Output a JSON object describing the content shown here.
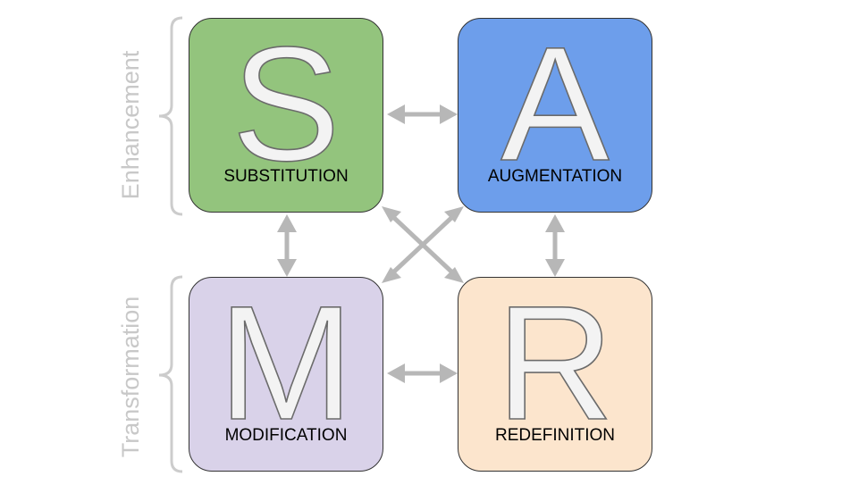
{
  "groups": {
    "enhancement": "Enhancement",
    "transformation": "Transformation"
  },
  "boxes": {
    "s": {
      "letter": "S",
      "label": "SUBSTITUTION",
      "color": "#93c47d"
    },
    "a": {
      "letter": "A",
      "label": "AUGMENTATION",
      "color": "#6d9eeb"
    },
    "m": {
      "letter": "M",
      "label": "MODIFICATION",
      "color": "#d9d2e9"
    },
    "r": {
      "letter": "R",
      "label": "REDEFINITION",
      "color": "#fce5cd"
    }
  },
  "colors": {
    "arrow": "#b7b7b7",
    "bracket": "#cccccc"
  }
}
